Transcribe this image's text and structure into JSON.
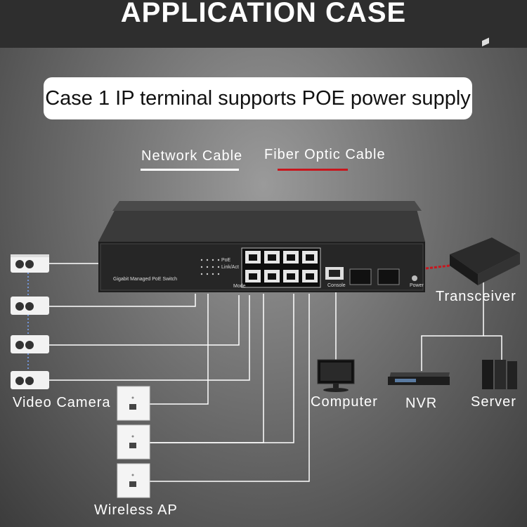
{
  "header": {
    "title": "APPLICATION CASE"
  },
  "case": {
    "subtitle": "Case 1 IP terminal supports POE power supply"
  },
  "legend": {
    "network_cable": "Network Cable",
    "fiber_cable": "Fiber Optic Cable",
    "network_color": "#ffffff",
    "fiber_color": "#c8161d"
  },
  "switch": {
    "model_label": "Gigabit Managed PoE Switch",
    "poe_label": "PoE",
    "link_label": "Link/Act",
    "mode_label": "Mode",
    "console_label": "Console",
    "power_label": "Power"
  },
  "devices": {
    "video_camera": "Video Camera",
    "wireless_ap": "Wireless AP",
    "computer": "Computer",
    "transceiver": "Transceiver",
    "nvr": "NVR",
    "server": "Server"
  }
}
